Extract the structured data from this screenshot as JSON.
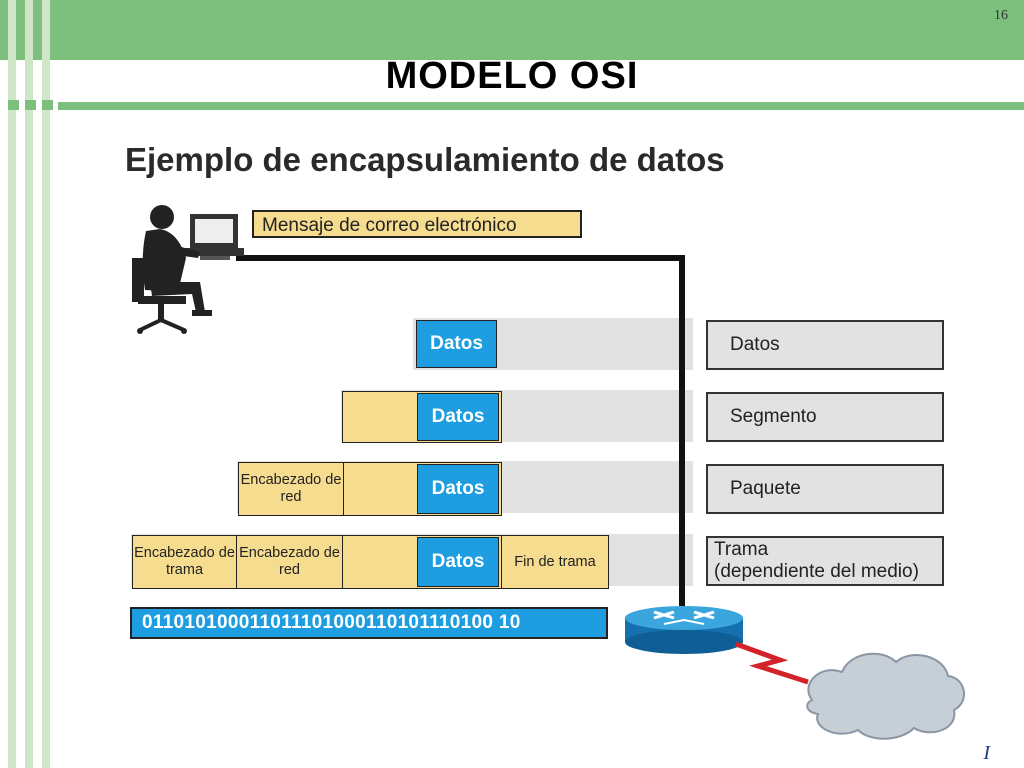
{
  "slide": {
    "number": "16",
    "title": "MODELO OSI",
    "corner_mark": "I"
  },
  "figure": {
    "title": "Ejemplo de encapsulamiento de datos",
    "message_label": "Mensaje de correo electrónico",
    "rows": [
      {
        "cells": [
          "",
          "Datos"
        ],
        "layer_label": "Datos"
      },
      {
        "cells": [
          "",
          "Datos"
        ],
        "layer_label": "Segmento"
      },
      {
        "cells": [
          "Encabezado de red",
          "",
          "Datos"
        ],
        "layer_label": "Paquete"
      },
      {
        "cells": [
          "Encabezado de trama",
          "Encabezado de red",
          "",
          "Datos",
          "Fin de trama"
        ],
        "layer_label": "Trama (dependiente del medio)"
      }
    ],
    "blocks": {
      "datos": "Datos",
      "network_header": "Encabezado de red",
      "frame_header": "Encabezado de trama",
      "frame_trailer": "Fin de trama"
    },
    "layer_labels": {
      "data": "Datos",
      "segment": "Segmento",
      "packet": "Paquete",
      "frame_line1": "Trama",
      "frame_line2": "(dependiente del medio)"
    },
    "binary": "011010100011011101000110101110100 10",
    "icons": [
      "user-at-computer-icon",
      "router-icon",
      "serial-link-icon",
      "cloud-icon"
    ]
  },
  "colors": {
    "green_bar": "#7dbf7d",
    "block_yellow": "#f6dc8e",
    "block_blue": "#1e9ee0",
    "band_gray": "#e2e2e2"
  }
}
